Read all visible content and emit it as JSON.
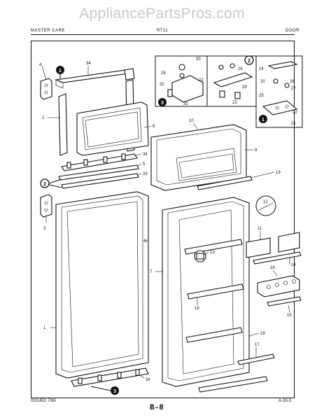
{
  "watermark": "AppliancePartsPros.com",
  "header": {
    "left": "MASTER CARE",
    "center": "RT11",
    "right": "DOOR"
  },
  "footer": {
    "issued": "ISSUED 7/86",
    "page": "B-8",
    "code": "A-33-3"
  },
  "callouts": [
    "1",
    "2",
    "3"
  ],
  "part_labels": [
    "1",
    "2",
    "3",
    "4",
    "5",
    "6",
    "7",
    "8",
    "9",
    "10",
    "11",
    "12",
    "13",
    "14",
    "15",
    "16",
    "17",
    "18",
    "19",
    "20",
    "21",
    "22",
    "23",
    "24",
    "25",
    "26",
    "27",
    "28",
    "29",
    "30",
    "31",
    "32",
    "33",
    "34"
  ]
}
